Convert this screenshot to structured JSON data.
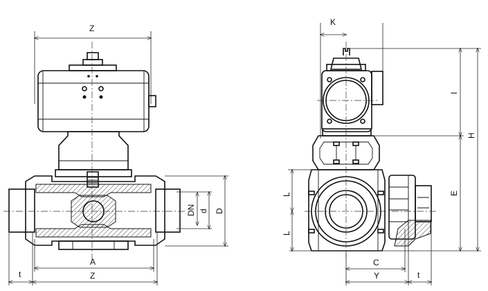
{
  "front_view": {
    "labels": {
      "Z_top": "Z",
      "DN": "DN",
      "d": "d",
      "D": "D",
      "A": "A",
      "Z_bottom": "Z",
      "t": "t"
    }
  },
  "side_view": {
    "labels": {
      "K": "K",
      "I": "I",
      "H": "H",
      "E": "E",
      "L_top": "L",
      "L_bottom": "L",
      "C": "C",
      "Y": "Y",
      "t": "t"
    }
  }
}
